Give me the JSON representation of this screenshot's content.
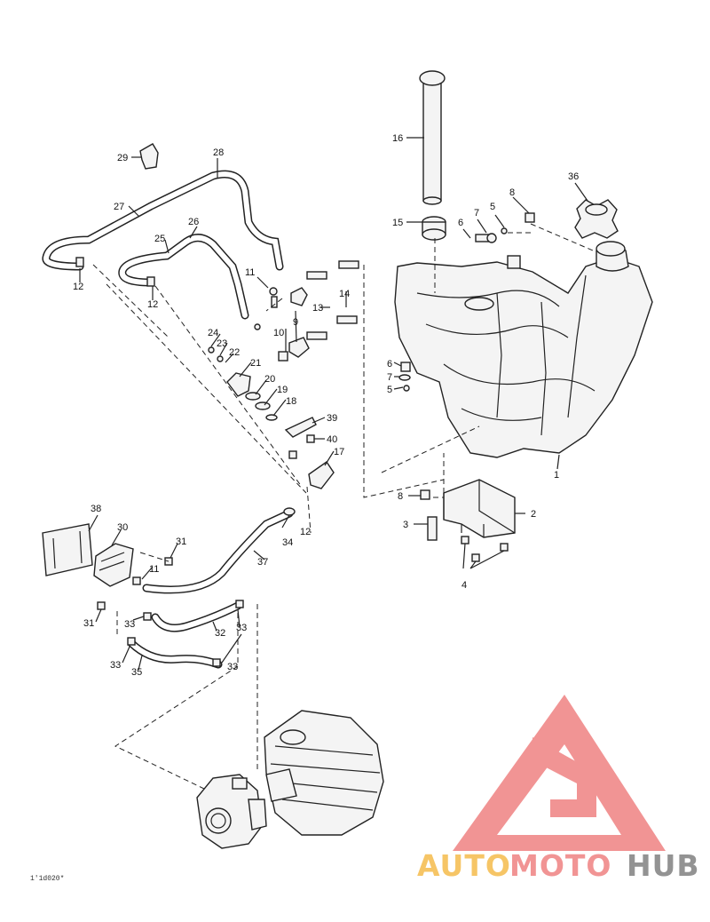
{
  "diagram": {
    "drawing_code": "1'1d020*",
    "part_labels": [
      "1",
      "2",
      "3",
      "4",
      "5",
      "5",
      "6",
      "6",
      "7",
      "7",
      "8",
      "8",
      "9",
      "10",
      "11",
      "11",
      "12",
      "12",
      "12",
      "13",
      "14",
      "15",
      "16",
      "17",
      "18",
      "19",
      "20",
      "21",
      "22",
      "23",
      "24",
      "25",
      "26",
      "27",
      "28",
      "29",
      "30",
      "31",
      "31",
      "32",
      "33",
      "33",
      "33",
      "33",
      "34",
      "35",
      "36",
      "37",
      "38",
      "39",
      "40"
    ]
  },
  "watermark": {
    "word_auto": "AUTO",
    "word_moto": "MOTO",
    "word_hub": "HUB",
    "colors": {
      "triangle": "#f08c8c",
      "auto": "#f6c15a",
      "moto": "#f08c8c",
      "hub": "#8a8a8a"
    }
  }
}
